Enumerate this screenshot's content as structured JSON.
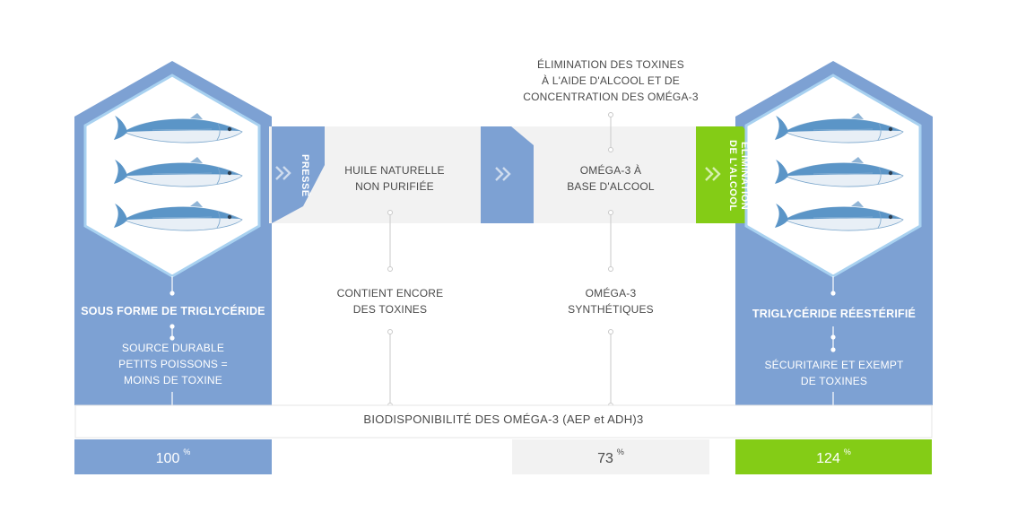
{
  "colors": {
    "blue": "#7da1d3",
    "green": "#84cc16",
    "gray": "#f2f2f2",
    "text": "#4a4a4a",
    "fish": "#5b95c7",
    "connector": "#c9c9c9"
  },
  "left": {
    "title": "SOUS FORME DE TRIGLYCÉRIDE",
    "desc": [
      "SOURCE DURABLE",
      "PETITS POISSONS =",
      "MOINS DE TOXINE"
    ]
  },
  "right": {
    "title": "TRIGLYCÉRIDE RÉESTÉRIFIÉ",
    "desc": [
      "SÉCURITAIRE ET EXEMPT",
      "DE TOXINES"
    ]
  },
  "steps": {
    "pressed": "PRESSÉ",
    "alcohol_removal": [
      "ÉLIMINATION",
      "DE L'ALCOOL"
    ]
  },
  "middle": {
    "natural_oil": [
      "HUILE NATURELLE",
      "NON PURIFIÉE"
    ],
    "contains_toxins": [
      "CONTIENT ENCORE",
      "DES TOXINES"
    ],
    "top_note": [
      "ÉLIMINATION DES TOXINES",
      "À L'AIDE D'ALCOOL ET DE",
      "CONCENTRATION DES OMÉGA-3"
    ],
    "ethyl": [
      "OMÉGA-3 À",
      "BASE D'ALCOOL"
    ],
    "synthetic": [
      "OMÉGA-3",
      "SYNTHÉTIQUES"
    ]
  },
  "bioavailability": {
    "label": "BIODISPONIBILITÉ DES OMÉGA-3 (AEP et ADH)3",
    "values": [
      {
        "value": "100",
        "unit": "%"
      },
      {
        "value": "73",
        "unit": "%"
      },
      {
        "value": "124",
        "unit": "%"
      }
    ]
  }
}
